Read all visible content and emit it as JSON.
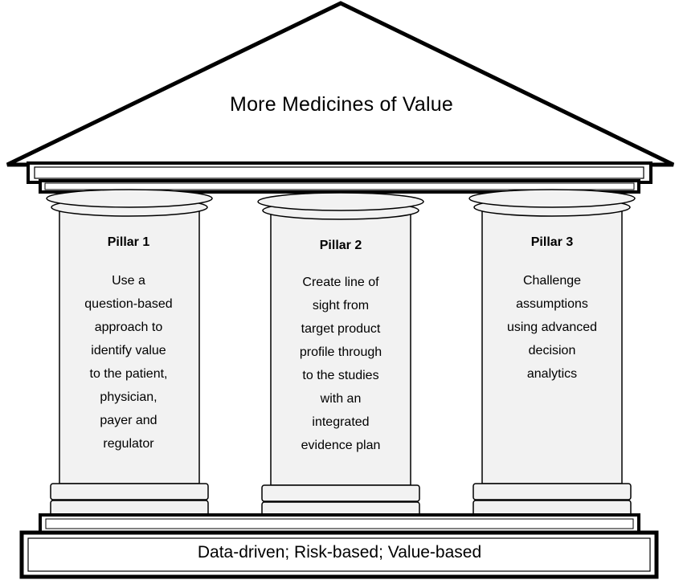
{
  "roof": {
    "title": "More Medicines of Value"
  },
  "pillars": [
    {
      "title": "Pillar 1",
      "lines": [
        "Use a",
        "question-based",
        "approach to",
        "identify value",
        "to the patient,",
        "physician,",
        "payer and",
        "regulator"
      ]
    },
    {
      "title": "Pillar 2",
      "lines": [
        "Create line of",
        "sight from",
        "target product",
        "profile through",
        "to the studies",
        "with an",
        "integrated",
        "evidence plan"
      ]
    },
    {
      "title": "Pillar 3",
      "lines": [
        "Challenge",
        "assumptions",
        "using advanced",
        "decision",
        "analytics"
      ]
    }
  ],
  "foundation": {
    "label": "Data-driven; Risk-based; Value-based"
  },
  "colors": {
    "pillar_fill": "#f2f2f2",
    "stroke": "#000000",
    "roof_fill": "#ffffff"
  }
}
